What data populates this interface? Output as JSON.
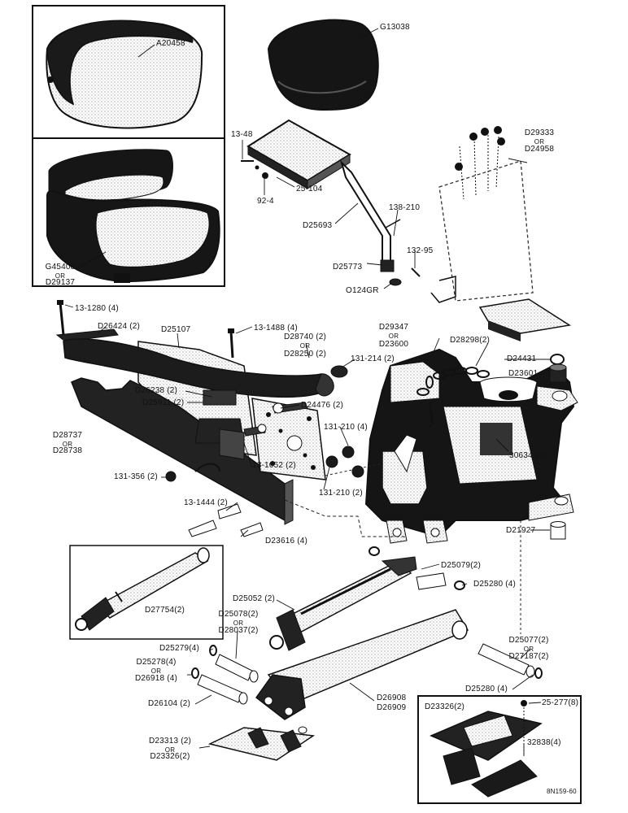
{
  "diagram": {
    "labels": {
      "a20458": "A20458",
      "g13038": "G13038",
      "g45408": "G45408",
      "g45408_or": "OR",
      "d29137": "D29137",
      "n13_48": "13-48",
      "n92_4": "92-4",
      "n25_104": "25-104",
      "d25693": "D25693",
      "n138_210": "138-210",
      "n132_95": "132-95",
      "d25773": "D25773",
      "o124gr": "O124GR",
      "d29333": "D29333",
      "d29333_or": "OR",
      "d24958": "D24958",
      "n13_1280": "13-1280 (4)",
      "d26424": "D26424 (2)",
      "d25107": "D25107",
      "n13_1488": "13-1488 (4)",
      "d28740": "D28740 (2)",
      "d28740_or": "OR",
      "d28250": "D28250 (2)",
      "d29347": "D29347",
      "d29347_or": "OR",
      "d23600": "D23600",
      "d28298": "D28298(2)",
      "d24431": "D24431",
      "d23601": "D23601",
      "n131_214": "131-214 (2)",
      "d26238": "D26238 (2)",
      "d25911": "D25911 (2)",
      "d24476": "D24476 (2)",
      "d28737": "D28737",
      "d28737_or": "OR",
      "d28738": "D28738",
      "n131_210_4": "131-210 (4)",
      "n30634": "30634 (4)",
      "n13_1052": "13-1052 (2)",
      "n131_356": "131-356 (2)",
      "n131_210_2": "131-210 (2)",
      "n13_1444": "13-1444 (2)",
      "d23616": "D23616 (4)",
      "d21927": "D21927",
      "d25079": "D25079(2)",
      "d27754": "D27754(2)",
      "d25280_a": "D25280 (4)",
      "d25052": "D25052 (2)",
      "d25078": "D25078(2)",
      "d25078_or": "OR",
      "d28037": "D28037(2)",
      "d25279": "D25279(4)",
      "d25278": "D25278(4)",
      "d25278_or": "OR",
      "d26918": "D26918 (4)",
      "d25077": "D25077(2)",
      "d25077_or": "OR",
      "d27187": "D27187(2)",
      "d26104": "D26104 (2)",
      "d26908": "D26908",
      "d26909": "D26909",
      "d25280_b": "D25280  (4)",
      "d23326_box": "D23326(2)",
      "n25_277": "25-277(8)",
      "n32838": "32838(4)",
      "d23313": "D23313 (2)",
      "d23313_or": "OR",
      "d23326": "D23326(2)",
      "drawing_no": "8N159-60"
    }
  }
}
